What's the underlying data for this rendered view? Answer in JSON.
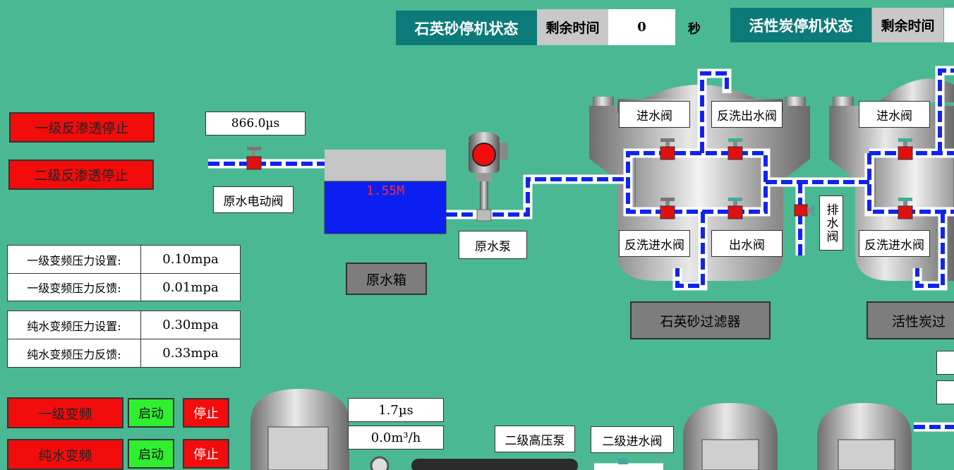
{
  "header": {
    "quartz_status": "石英砂停机状态",
    "quartz_remaining_label": "剩余时间",
    "quartz_remaining_value": "0",
    "quartz_remaining_unit": "秒",
    "carbon_status": "活性炭停机状态",
    "carbon_remaining_label": "剩余时间"
  },
  "left": {
    "ro1_stop": "一级反渗透停止",
    "ro2_stop": "二级反渗透停止",
    "raw_conductivity": "866.0µs",
    "raw_valve": "原水电动阀",
    "table1": [
      {
        "label": "一级变频压力设置:",
        "value": "0.10mpa"
      },
      {
        "label": "一级变频压力反馈:",
        "value": "0.01mpa"
      }
    ],
    "table2": [
      {
        "label": "纯水变频压力设置:",
        "value": "0.30mpa"
      },
      {
        "label": "纯水变频压力反馈:",
        "value": "0.33mpa"
      }
    ],
    "vfd1": {
      "label": "一级变频",
      "start": "启动",
      "stop": "停止"
    },
    "vfd_pure": {
      "label": "纯水变频",
      "start": "启动",
      "stop": "停止"
    }
  },
  "center": {
    "tank_level": "1.55M",
    "tank_name": "原水箱",
    "pump_name": "原水泵",
    "conductivity2": "1.7µs",
    "flow": "0.0m³/h",
    "hp_pump2": "二级高压泵",
    "inlet2": "二级进水阀"
  },
  "filter1": {
    "inlet": "进水阀",
    "backwash_out": "反洗出水阀",
    "backwash_in": "反洗进水阀",
    "outlet": "出水阀",
    "drain": "排水阀",
    "name": "石英砂过滤器"
  },
  "filter2": {
    "inlet": "进水阀",
    "backwash_in": "反洗进水阀",
    "name": "活性炭过"
  },
  "colors": {
    "background": "#4bb894",
    "pipe": "#1024ee",
    "tank_water": "#0b1ff2",
    "alarm_red": "#f20c0c",
    "run_green": "#2ef02e"
  }
}
